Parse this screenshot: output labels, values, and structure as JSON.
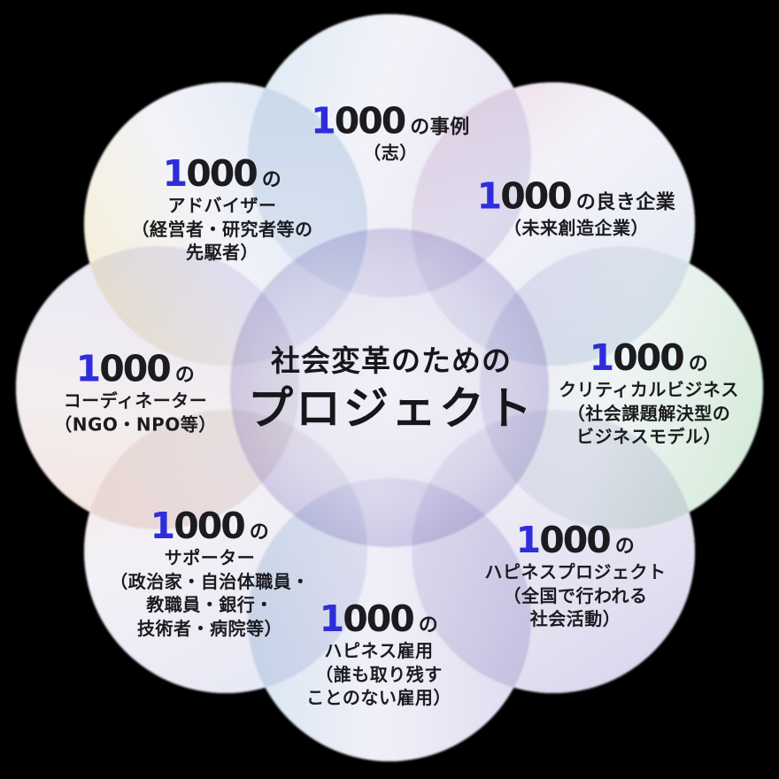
{
  "background": "#000000",
  "center": {
    "title_line1": "社会変革のための",
    "title_line2": "プロジェクト"
  },
  "petals": [
    {
      "position": "top",
      "num_first": "1",
      "num_rest": "000",
      "suffix": "の事例",
      "lines": [
        "（志）"
      ]
    },
    {
      "position": "top-right",
      "num_first": "1",
      "num_rest": "000",
      "suffix": "の良き企業",
      "lines": [
        "（未来創造企業）"
      ]
    },
    {
      "position": "right",
      "num_first": "1",
      "num_rest": "000",
      "suffix": "の",
      "lines": [
        "クリティカルビジネス",
        "（社会課題解決型の",
        "ビジネスモデル）"
      ]
    },
    {
      "position": "bottom-right",
      "num_first": "1",
      "num_rest": "000",
      "suffix": "の",
      "lines": [
        "ハピネスプロジェクト",
        "（全国で行われる",
        "社会活動）"
      ]
    },
    {
      "position": "bottom",
      "num_first": "1",
      "num_rest": "000",
      "suffix": "の",
      "lines": [
        "ハピネス雇用",
        "（誰も取り残す",
        "ことのない雇用）"
      ]
    },
    {
      "position": "bottom-left",
      "num_first": "1",
      "num_rest": "000",
      "suffix": "の",
      "lines": [
        "サポーター",
        "（政治家・自治体職員・",
        "教職員・銀行・",
        "技術者・病院等）"
      ]
    },
    {
      "position": "left",
      "num_first": "1",
      "num_rest": "000",
      "suffix": "の",
      "lines": [
        "コーディネーター",
        "（NGO・NPO等）"
      ]
    },
    {
      "position": "top-left",
      "num_first": "1",
      "num_rest": "000",
      "suffix": "の",
      "lines": [
        "アドバイザー",
        "（経営者・研究者等の",
        "先駆者）"
      ]
    }
  ],
  "colors": {
    "accent_number_blue": "#2f2ddb",
    "text": "#1c1c20",
    "tint_blue": "#d8e6f2",
    "tint_pink": "#f0d8e6",
    "tint_mint": "#d7ecdb",
    "tint_lavender": "#d8d6ed",
    "tint_cream": "#f6f0d9",
    "tint_peach": "#f5e6e0",
    "lens_lavender": "#c9c6e4"
  }
}
